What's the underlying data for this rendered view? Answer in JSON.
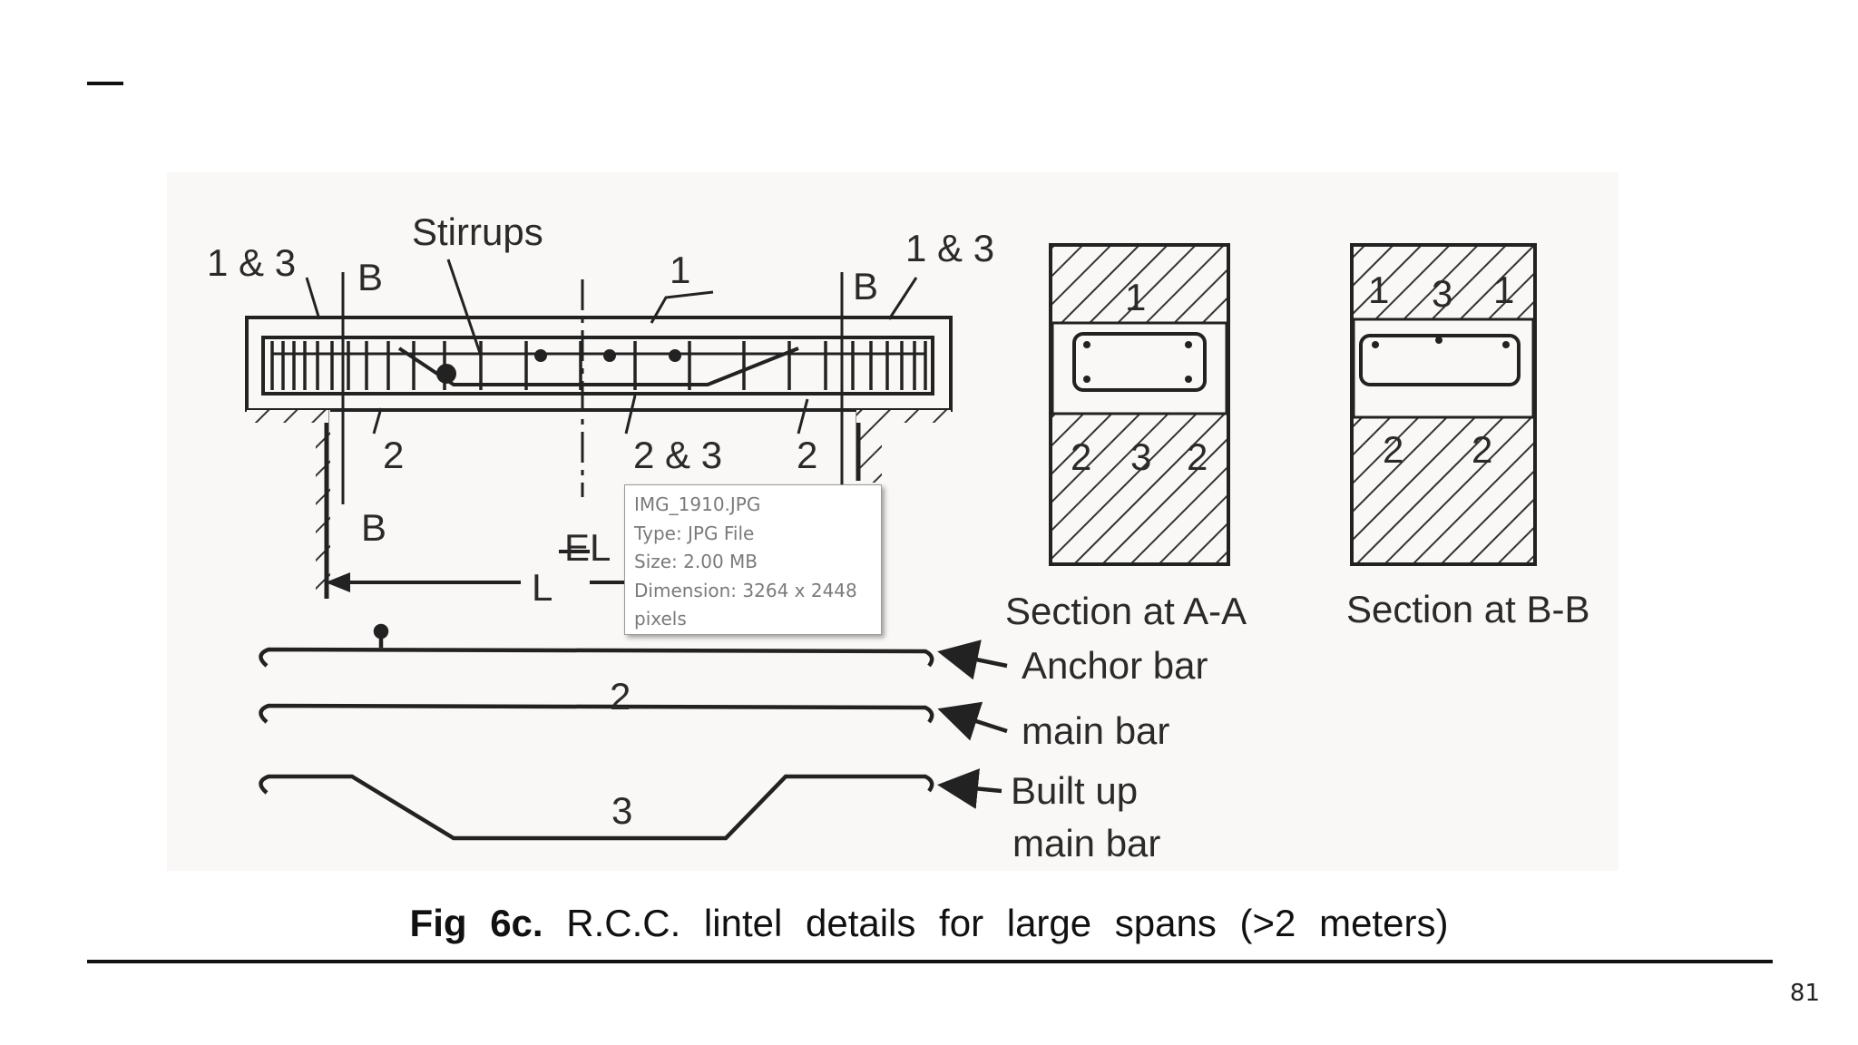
{
  "slide": {
    "page_number": "81"
  },
  "figure": {
    "labels": {
      "stirrups": "Stirrups",
      "left_one_three": "1 & 3",
      "right_one_three": "1 & 3",
      "b_top_left": "B",
      "b_top_right": "B",
      "b_bottom": "B",
      "one_top": "1",
      "two_left": "2",
      "two_three": "2 & 3",
      "two_right": "2",
      "el": "EL",
      "l": "L",
      "anchor_bar": "Anchor bar",
      "main_bar": "main bar",
      "built_up_line1": "Built up",
      "built_up_line2": "main bar",
      "bar2_num": "2",
      "bar3_num": "3",
      "section_aa": "Section at A-A",
      "section_bb": "Section at B-B",
      "aa_top": "1",
      "aa_b1": "2",
      "aa_b2": "3",
      "aa_b3": "2",
      "bb_t1": "1",
      "bb_t2": "3",
      "bb_t3": "1",
      "bb_b1": "2",
      "bb_b2": "2"
    }
  },
  "tooltip": {
    "filename": "IMG_1910.JPG",
    "type": "Type: JPG File",
    "size": "Size: 2.00 MB",
    "dimension": "Dimension: 3264 x 2448",
    "dimension_unit": "pixels"
  },
  "caption": {
    "bold": "Fig 6c.",
    "text": "R.C.C. lintel details for large spans (>2 meters)"
  }
}
